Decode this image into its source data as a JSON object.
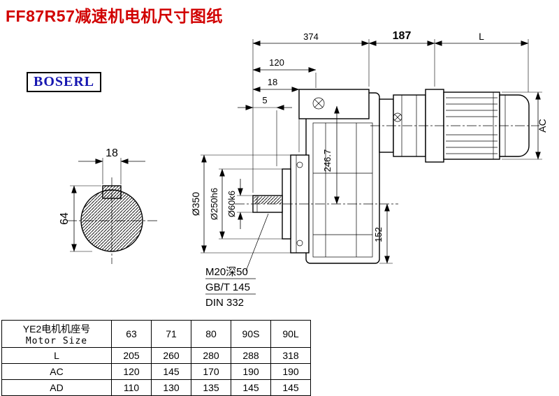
{
  "page": {
    "title": "FF87R57减速机电机尺寸图纸",
    "brand": "BOSERL"
  },
  "drawing": {
    "dims": {
      "overall_374": "374",
      "adapter_187": "187",
      "motor_L": "L",
      "dim_120": "120",
      "dim_18": "18",
      "dim_5": "5",
      "motor_ac": "AC",
      "key_width": "18",
      "shaft_height": "64",
      "flange_dia": "Ø350",
      "spigot_dia": "Ø250h6",
      "shaft_dia": "Ø60k6",
      "center_height": "246.7",
      "axis_to_base": "152"
    },
    "notes": {
      "line1": "M20深50",
      "line2": "GB/T 145",
      "line3": "DIN 332"
    }
  },
  "table": {
    "header": {
      "title_cn": "YE2电机机座号",
      "title_en": "Motor Size"
    },
    "columns": [
      "63",
      "71",
      "80",
      "90S",
      "90L"
    ],
    "rows": [
      {
        "label": "L",
        "values": [
          "205",
          "260",
          "280",
          "288",
          "318"
        ]
      },
      {
        "label": "AC",
        "values": [
          "120",
          "145",
          "170",
          "190",
          "190"
        ]
      },
      {
        "label": "AD",
        "values": [
          "110",
          "130",
          "135",
          "145",
          "145"
        ]
      }
    ]
  }
}
